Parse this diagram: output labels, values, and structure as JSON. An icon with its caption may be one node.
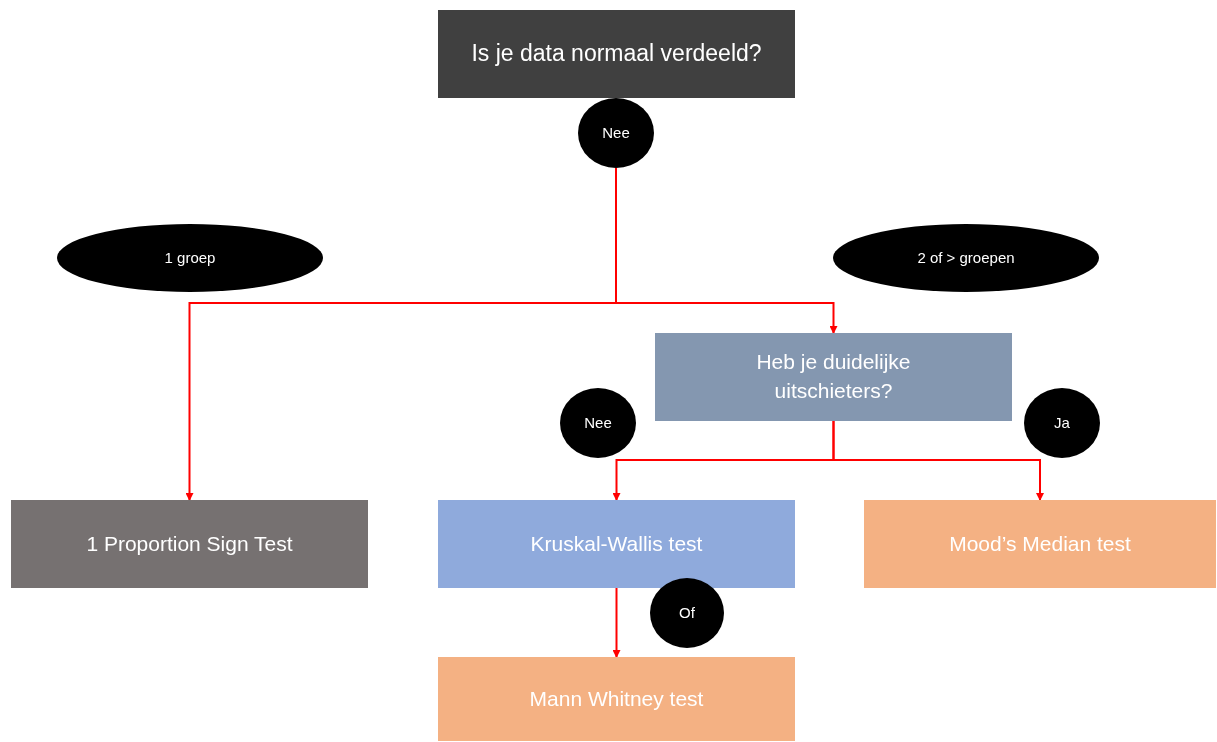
{
  "diagram": {
    "nodes": [
      {
        "text": [
          "Is je data normaal verdeeld?"
        ]
      },
      {
        "text": [
          "Nee"
        ]
      },
      {
        "text": [
          "1 groep"
        ]
      },
      {
        "text": [
          "2 of > groepen"
        ]
      },
      {
        "text": [
          "Heb je duidelijke uitschieters?"
        ]
      },
      {
        "text": [
          "Nee"
        ]
      },
      {
        "text": [
          "Ja"
        ]
      },
      {
        "text": [
          "1 Proportion Sign Test"
        ]
      },
      {
        "text": [
          "Kruskal-Wallis test"
        ]
      },
      {
        "text": [
          "Mood’s Median test"
        ]
      },
      {
        "text": [
          "Of"
        ]
      },
      {
        "text": [
          "Mann Whitney test"
        ]
      }
    ],
    "edges": [
      {
        "from": 1,
        "to": 7,
        "arrow": "to"
      },
      {
        "from": 1,
        "to": 4,
        "arrow": "to"
      },
      {
        "from": 4,
        "to": 8,
        "arrow": "to"
      },
      {
        "from": 4,
        "to": 9,
        "arrow": "to"
      },
      {
        "from": 8,
        "to": 11,
        "arrow": "to"
      }
    ]
  }
}
